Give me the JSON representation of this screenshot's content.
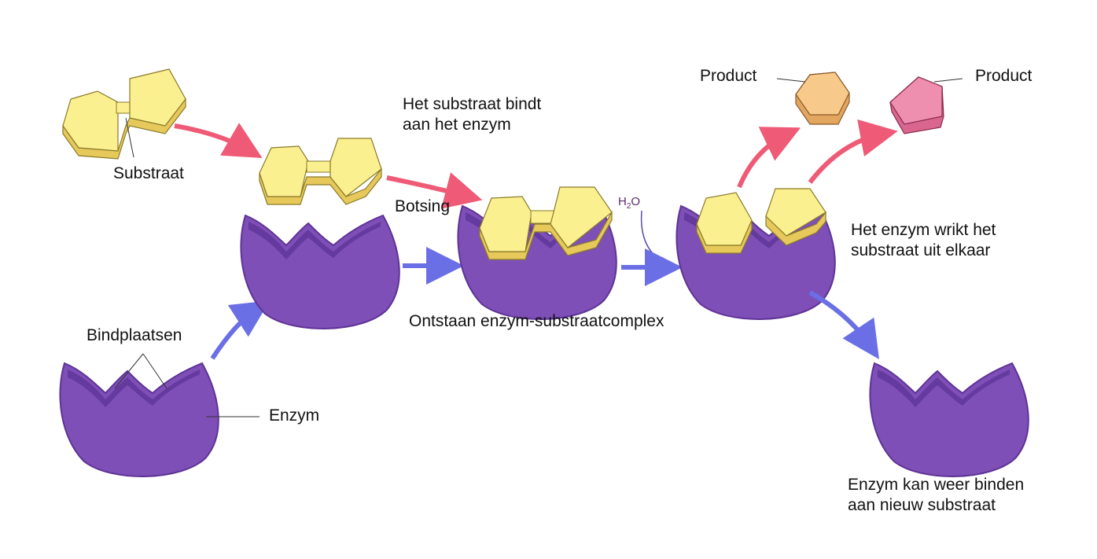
{
  "colors": {
    "enzyme": "#7e4fb6",
    "enzyme_dark": "#5e3396",
    "enzyme_inner": "#6a3fa3",
    "substrate": "#fbf08f",
    "substrate_side": "#e6c95a",
    "product_orange": "#f7c98a",
    "product_orange_side": "#e2a660",
    "product_pink": "#ef8fb0",
    "product_pink_side": "#d9668e",
    "arrow_red": "#ef5a76",
    "arrow_blue": "#6b6fe6"
  },
  "labels": {
    "substraat": "Substraat",
    "bindplaatsen": "Bindplaatsen",
    "enzym": "Enzym",
    "bindt_line1": "Het substraat bindt",
    "bindt_line2": "aan het enzym",
    "botsing": "Botsing",
    "complex": "Ontstaan enzym-substraatcomplex",
    "water_main": "H",
    "water_sub": "2",
    "water_end": "O",
    "product_left": "Product",
    "product_right": "Product",
    "wrikt_line1": "Het enzym wrikt het",
    "wrikt_line2": "substraat uit elkaar",
    "weer_line1": "Enzym kan weer binden",
    "weer_line2": "aan nieuw substraat"
  }
}
